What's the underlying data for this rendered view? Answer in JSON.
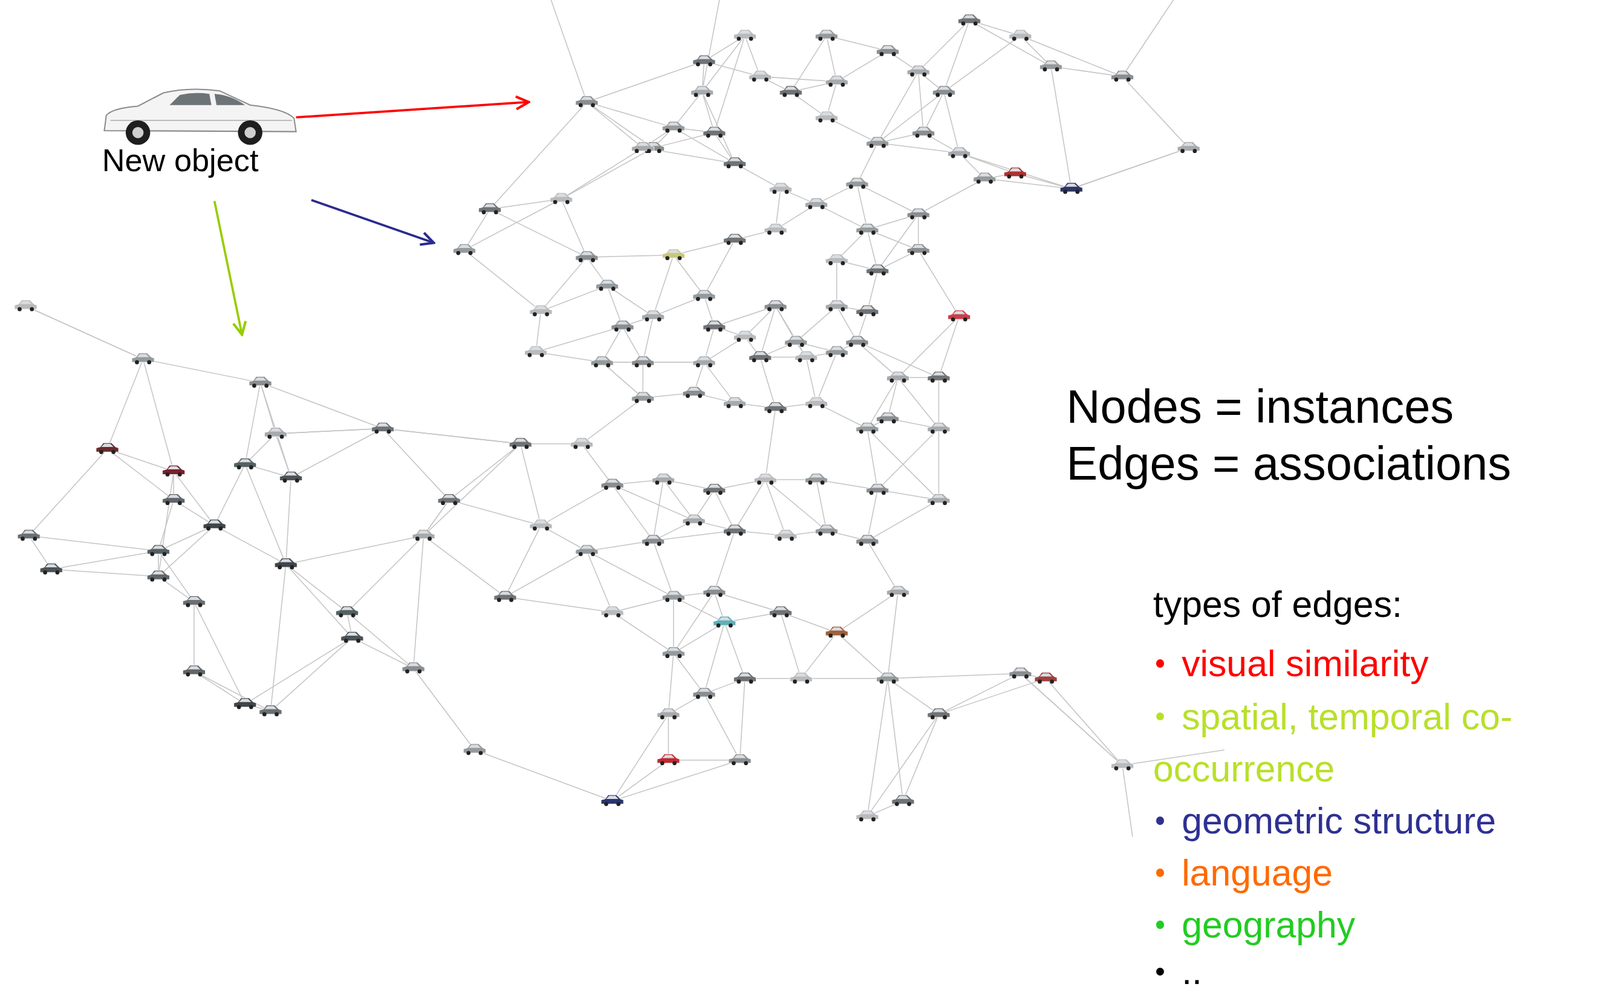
{
  "diagram": {
    "labels": [
      "New object",
      "Nodes = instances",
      "Edges = associations",
      "types of edges:",
      "visual similarity",
      "spatial, temporal co-occurrence",
      "geometric structure",
      "language",
      "geography",
      ".."
    ]
  }
}
